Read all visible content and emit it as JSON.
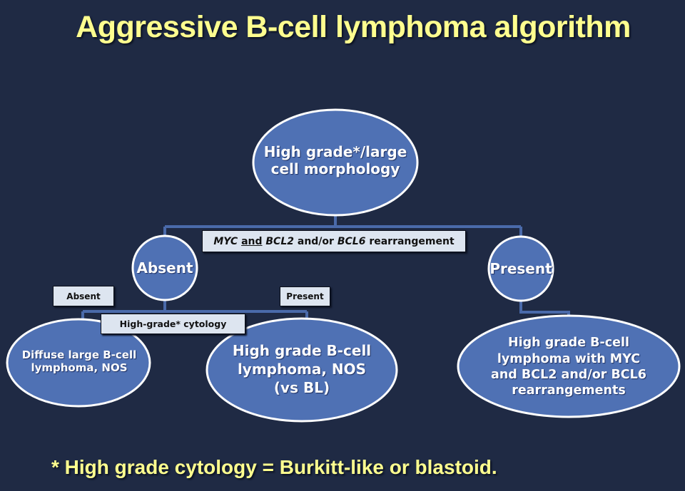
{
  "title": "Aggressive B-cell lymphoma algorithm",
  "colors": {
    "background": "#1f2a44",
    "node_fill": "#4f71b4",
    "node_border": "#ffffff",
    "connector": "#4a6aaa",
    "label_fill": "#dde5f0",
    "title_text": "#ffff8f"
  },
  "nodes": {
    "root": {
      "line1": "High grade*/large",
      "line2": "cell morphology"
    },
    "absent": {
      "text": "Absent"
    },
    "present": {
      "text": "Present"
    },
    "dlbcl": {
      "line1": "Diffuse large B-cell",
      "line2": "lymphoma, NOS"
    },
    "hgbcl_nos": {
      "line1": "High grade B-cell",
      "line2": "lymphoma, NOS",
      "line3": "(vs BL)"
    },
    "hgbcl_double_hit": {
      "line1": "High grade B-cell",
      "line2": "lymphoma with MYC",
      "line3": "and BCL2 and/or BCL6",
      "line4": "rearrangements"
    }
  },
  "labels": {
    "rearrangement": {
      "part1_italic": "MYC",
      "part2_underlined": "and",
      "part3_italic": "BCL2",
      "part4": "and/or",
      "part5_italic": "BCL6",
      "part6": "rearrangement"
    },
    "cytology_absent": "Absent",
    "cytology_present": "Present",
    "cytology": "High-grade* cytology"
  },
  "footnote": "* High grade cytology = Burkitt-like or blastoid."
}
